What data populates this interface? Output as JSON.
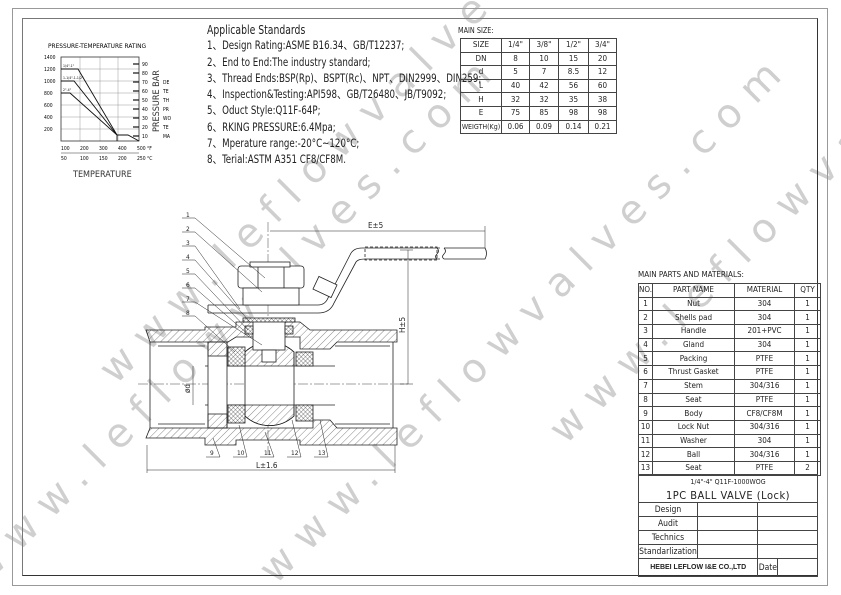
{
  "watermark": "www.leflowvalves.com",
  "pt_chart": {
    "title": "PRESSURE-TEMPERATURE RATING",
    "y_ticks_psi": [
      "1400",
      "1200",
      "1000",
      "800",
      "600",
      "400",
      "200"
    ],
    "y_ticks_bar": [
      "90",
      "80",
      "70",
      "60",
      "50",
      "40",
      "30",
      "20",
      "10"
    ],
    "x_ticks_f": [
      "100",
      "200",
      "300",
      "400",
      "500 °F"
    ],
    "x_ticks_c": [
      "50",
      "100",
      "150",
      "200",
      "250 °C"
    ],
    "series_labels": [
      "1/4\"-1\"",
      "1-1/4\"-1-1/2\"",
      "2\"-4\""
    ],
    "right_axis_label": "PRESSURE BAR",
    "side_letters": [
      "DE",
      "TE",
      "TH",
      "PR",
      "WO",
      "TE",
      "MA"
    ],
    "xlabel": "TEMPERATURE"
  },
  "standards": {
    "heading": "Applicable Standards",
    "items": [
      "1、Design Rating:ASME B16.34、GB/T12237;",
      "2、End to End:The industry standard;",
      "3、Thread Ends:BSP(Rp)、BSPT(Rc)、NPT、DIN2999、DIN259;",
      "4、Inspection&Testing:API598、GB/T26480、JB/T9092;",
      "5、Oduct Style:Q11F-64P;",
      "6、RKING PRESSURE:6.4Mpa;",
      "7、Mperature range:-20°C~120°C;",
      "8、Terial:ASTM A351 CF8/CF8M."
    ]
  },
  "main_size": {
    "label": "MAIN SIZE:",
    "rows": [
      [
        "SIZE",
        "1/4\"",
        "3/8\"",
        "1/2\"",
        "3/4\""
      ],
      [
        "DN",
        "8",
        "10",
        "15",
        "20"
      ],
      [
        "d",
        "5",
        "7",
        "8.5",
        "12"
      ],
      [
        "L",
        "40",
        "42",
        "56",
        "60"
      ],
      [
        "H",
        "32",
        "32",
        "35",
        "38"
      ],
      [
        "E",
        "75",
        "85",
        "98",
        "98"
      ],
      [
        "WEIGTH(Kg)",
        "0.06",
        "0.09",
        "0.14",
        "0.21"
      ]
    ]
  },
  "parts": {
    "label": "MAIN PARTS AND MATERIALS:",
    "header": [
      "NO.",
      "PART NAME",
      "MATERIAL",
      "QTY"
    ],
    "rows": [
      [
        "1",
        "Nut",
        "304",
        "1"
      ],
      [
        "2",
        "Shells pad",
        "304",
        "1"
      ],
      [
        "3",
        "Handle",
        "201+PVC",
        "1"
      ],
      [
        "4",
        "Gland",
        "304",
        "1"
      ],
      [
        "5",
        "Packing",
        "PTFE",
        "1"
      ],
      [
        "6",
        "Thrust Gasket",
        "PTFE",
        "1"
      ],
      [
        "7",
        "Stem",
        "304/316",
        "1"
      ],
      [
        "8",
        "Seat",
        "PTFE",
        "1"
      ],
      [
        "9",
        "Body",
        "CF8/CF8M",
        "1"
      ],
      [
        "10",
        "Lock Nut",
        "304/316",
        "1"
      ],
      [
        "11",
        "Washer",
        "304",
        "1"
      ],
      [
        "12",
        "Ball",
        "304/316",
        "1"
      ],
      [
        "13",
        "Seat",
        "PTFE",
        "2"
      ]
    ]
  },
  "title_block": {
    "model": "1/4\"-4\" Q11F-1000WOG",
    "title": "1PC BALL VALVE (Lock)",
    "roles": [
      "Design",
      "Audit",
      "Technics",
      "Standarlization"
    ],
    "company": "HEBEI LEFLOW I&E CO.,LTD",
    "date_label": "Date"
  },
  "drawing": {
    "dims": {
      "E": "E±5",
      "H": "H±5",
      "L": "L±1.6",
      "d": "ød"
    },
    "callouts_left": [
      "1",
      "2",
      "3",
      "4",
      "5",
      "6",
      "7",
      "8"
    ],
    "callouts_bottom": [
      "9",
      "10",
      "11",
      "12",
      "13"
    ]
  }
}
